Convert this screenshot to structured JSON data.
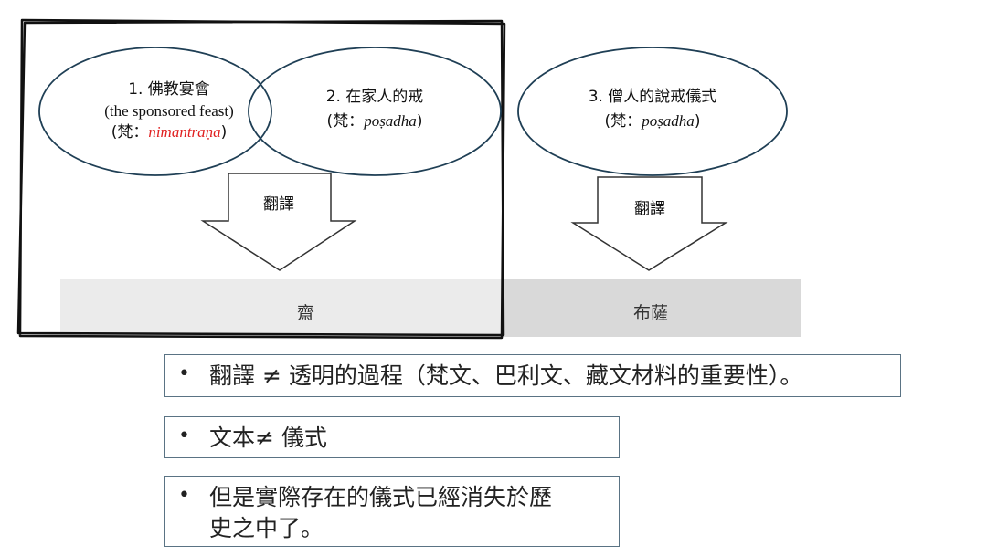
{
  "circles": [
    {
      "number_title": "1. 佛教宴會",
      "english": "(the sponsored feast)",
      "skt_prefix": "(梵：",
      "skt_term": "nimantraṇa",
      "skt_suffix": ")",
      "term_color": "#e02020"
    },
    {
      "number_title": "2. 在家人的戒",
      "skt_prefix": "(梵：",
      "skt_term": "poṣadha",
      "skt_suffix": ")"
    },
    {
      "number_title": "3. 僧人的說戒儀式",
      "skt_prefix": "(梵：",
      "skt_term": "poṣadha",
      "skt_suffix": ")"
    }
  ],
  "arrows": [
    {
      "label": "翻譯"
    },
    {
      "label": "翻譯"
    }
  ],
  "results": [
    {
      "label": "齋"
    },
    {
      "label": "布薩"
    }
  ],
  "bullets": [
    {
      "marker": "•",
      "text": "翻譯 ≠ 透明的過程（梵文、巴利文、藏文材料的重要性）。"
    },
    {
      "marker": "•",
      "text": "文本≠ 儀式"
    },
    {
      "marker": "•",
      "line1": "但是實際存在的儀式已經消失於歷",
      "line2": "史之中了。"
    }
  ],
  "colors": {
    "circle_stroke": "#1f3f55",
    "frame": "#111111",
    "box_border": "#5a7384"
  }
}
